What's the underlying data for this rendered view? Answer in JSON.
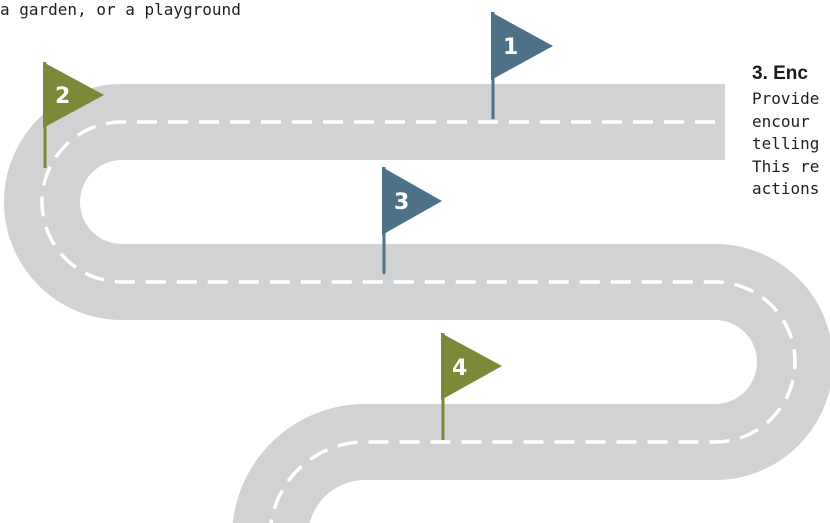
{
  "intro_text": "a garden, or a playground",
  "step3": {
    "title": "3. Enc",
    "lines": [
      "Provide",
      "encour",
      "telling",
      "This re",
      "actions"
    ]
  },
  "colors": {
    "road": "#d1d2d4",
    "lane_marking": "#ffffff",
    "flag_blue": "#4c7188",
    "flag_green": "#7a8a38"
  },
  "flags": [
    {
      "number": "1",
      "color": "flag_blue"
    },
    {
      "number": "2",
      "color": "flag_green"
    },
    {
      "number": "3",
      "color": "flag_blue"
    },
    {
      "number": "4",
      "color": "flag_green"
    }
  ]
}
